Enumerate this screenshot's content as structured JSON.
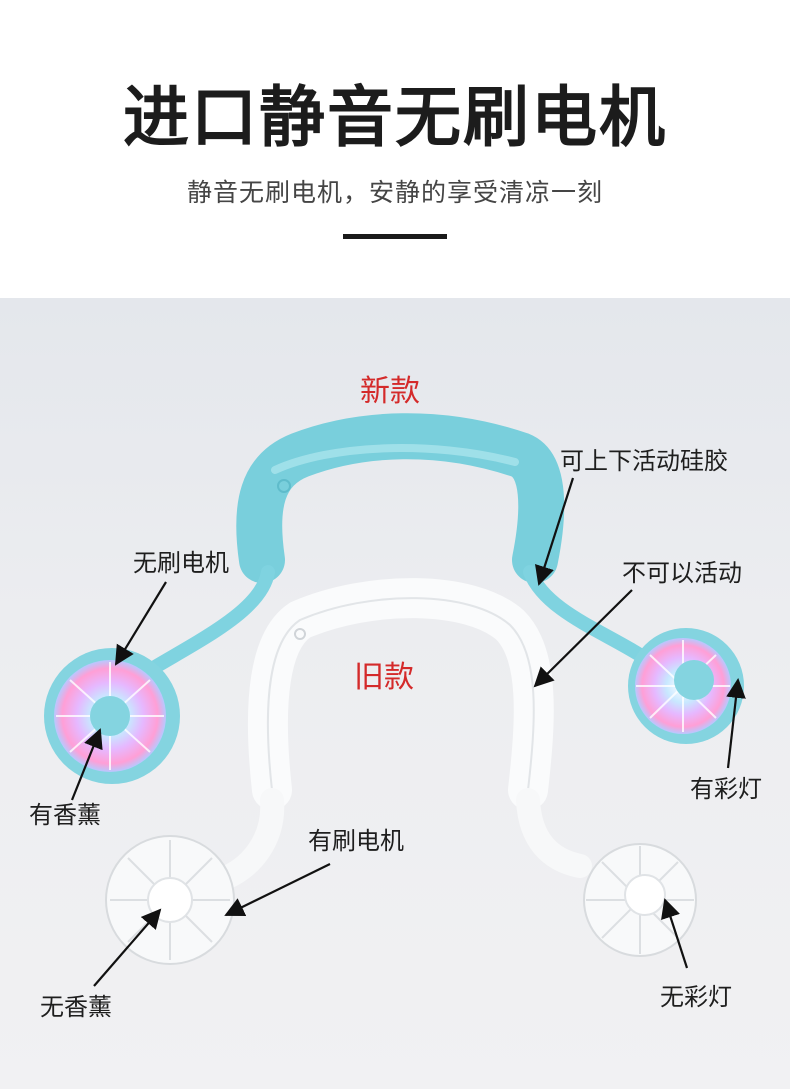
{
  "header": {
    "title": "进口静音无刷电机",
    "subtitle": "静音无刷电机，安静的享受清凉一刻"
  },
  "photo": {
    "new_model_label": "新款",
    "old_model_label": "旧款",
    "callouts": {
      "silicone_adjustable": "可上下活动硅胶",
      "brushless_motor": "无刷电机",
      "not_adjustable": "不可以活动",
      "has_fragrance": "有香薰",
      "has_color_light": "有彩灯",
      "brushed_motor": "有刷电机",
      "no_fragrance": "无香薰",
      "no_color_light": "无彩灯"
    }
  },
  "colors": {
    "new_fan_body": "#7fd3e0",
    "old_fan_body": "#f7f8f9",
    "highlight_red": "#d42a2a",
    "text_dark": "#1c1c1c"
  }
}
